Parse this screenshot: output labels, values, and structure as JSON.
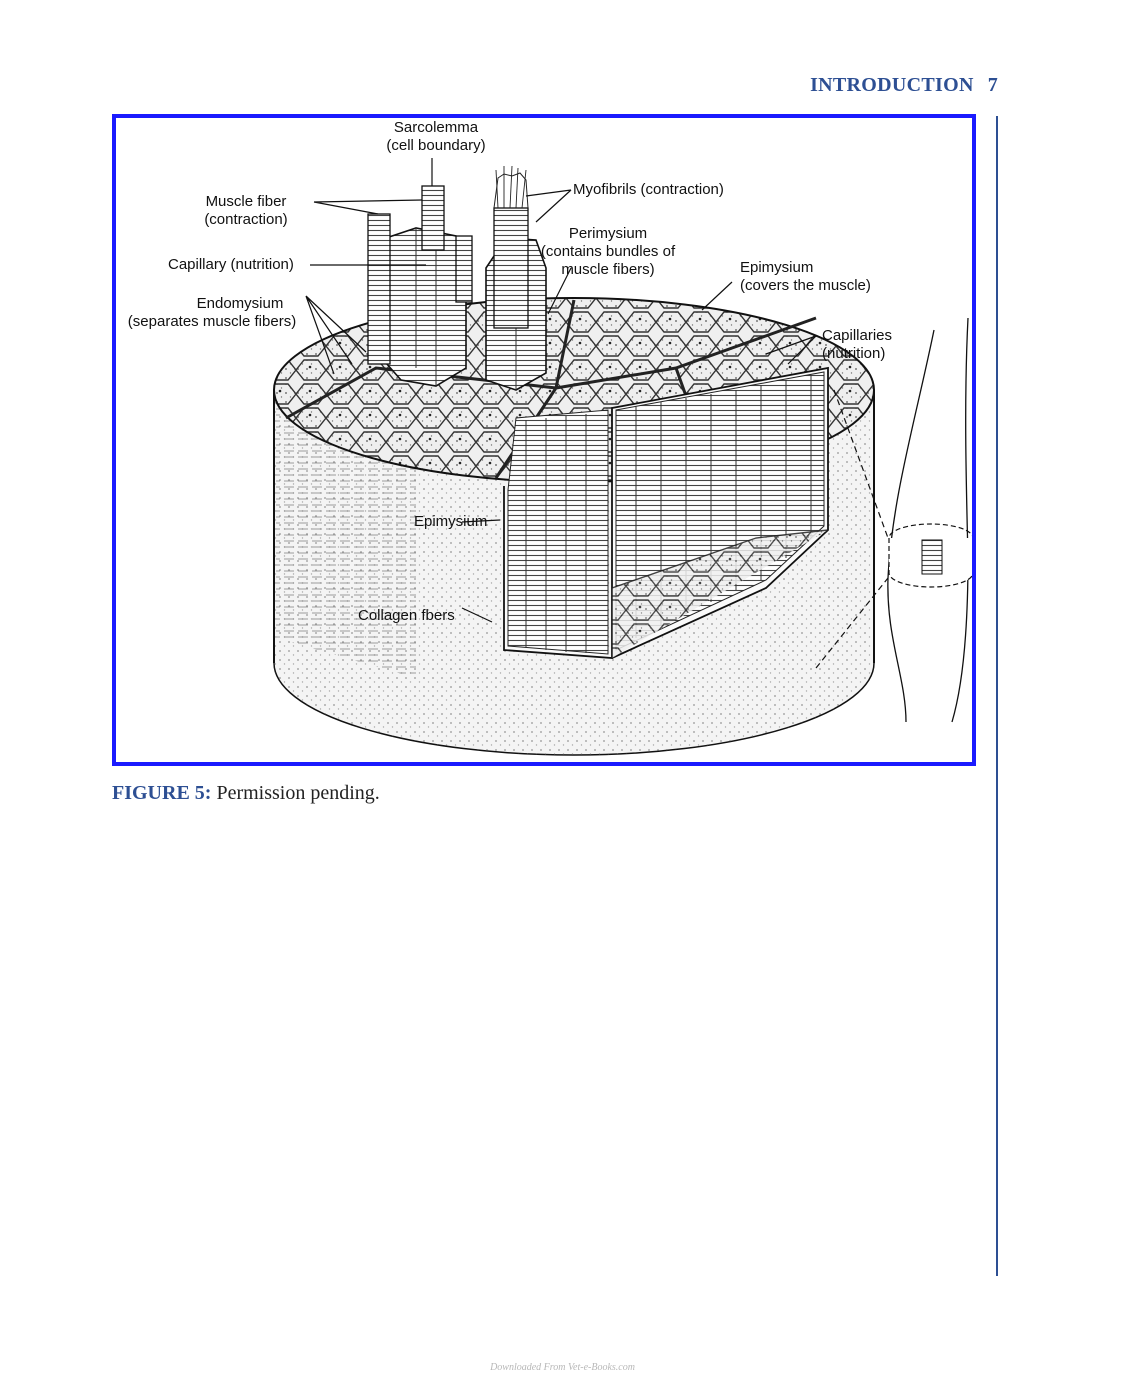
{
  "header": {
    "section": "INTRODUCTION",
    "page_number": "7"
  },
  "figure": {
    "labels": {
      "sarcolemma": "Sarcolemma",
      "sarcolemma_note": "(cell boundary)",
      "muscle_fiber": "Muscle fiber",
      "muscle_fiber_note": "(contraction)",
      "myofibrils": "Myofibrils (contraction)",
      "perimysium": "Perimysium",
      "perimysium_note_1": "(contains bundles of",
      "perimysium_note_2": "muscle fibers)",
      "capillary": "Capillary (nutrition)",
      "epimysium_top": "Epimysium",
      "epimysium_top_note": "(covers the muscle)",
      "endomysium": "Endomysium",
      "endomysium_note": "(separates muscle fibers)",
      "capillaries": "Capillaries",
      "capillaries_note": "(nutrition)",
      "epimysium_side": "Epimysium",
      "collagen": "Collagen fbers"
    }
  },
  "caption": {
    "figure_number": "FIGURE 5:",
    "text": "Permission pending."
  },
  "footer": {
    "credit": "Downloaded From Vet-e-Books.com"
  }
}
